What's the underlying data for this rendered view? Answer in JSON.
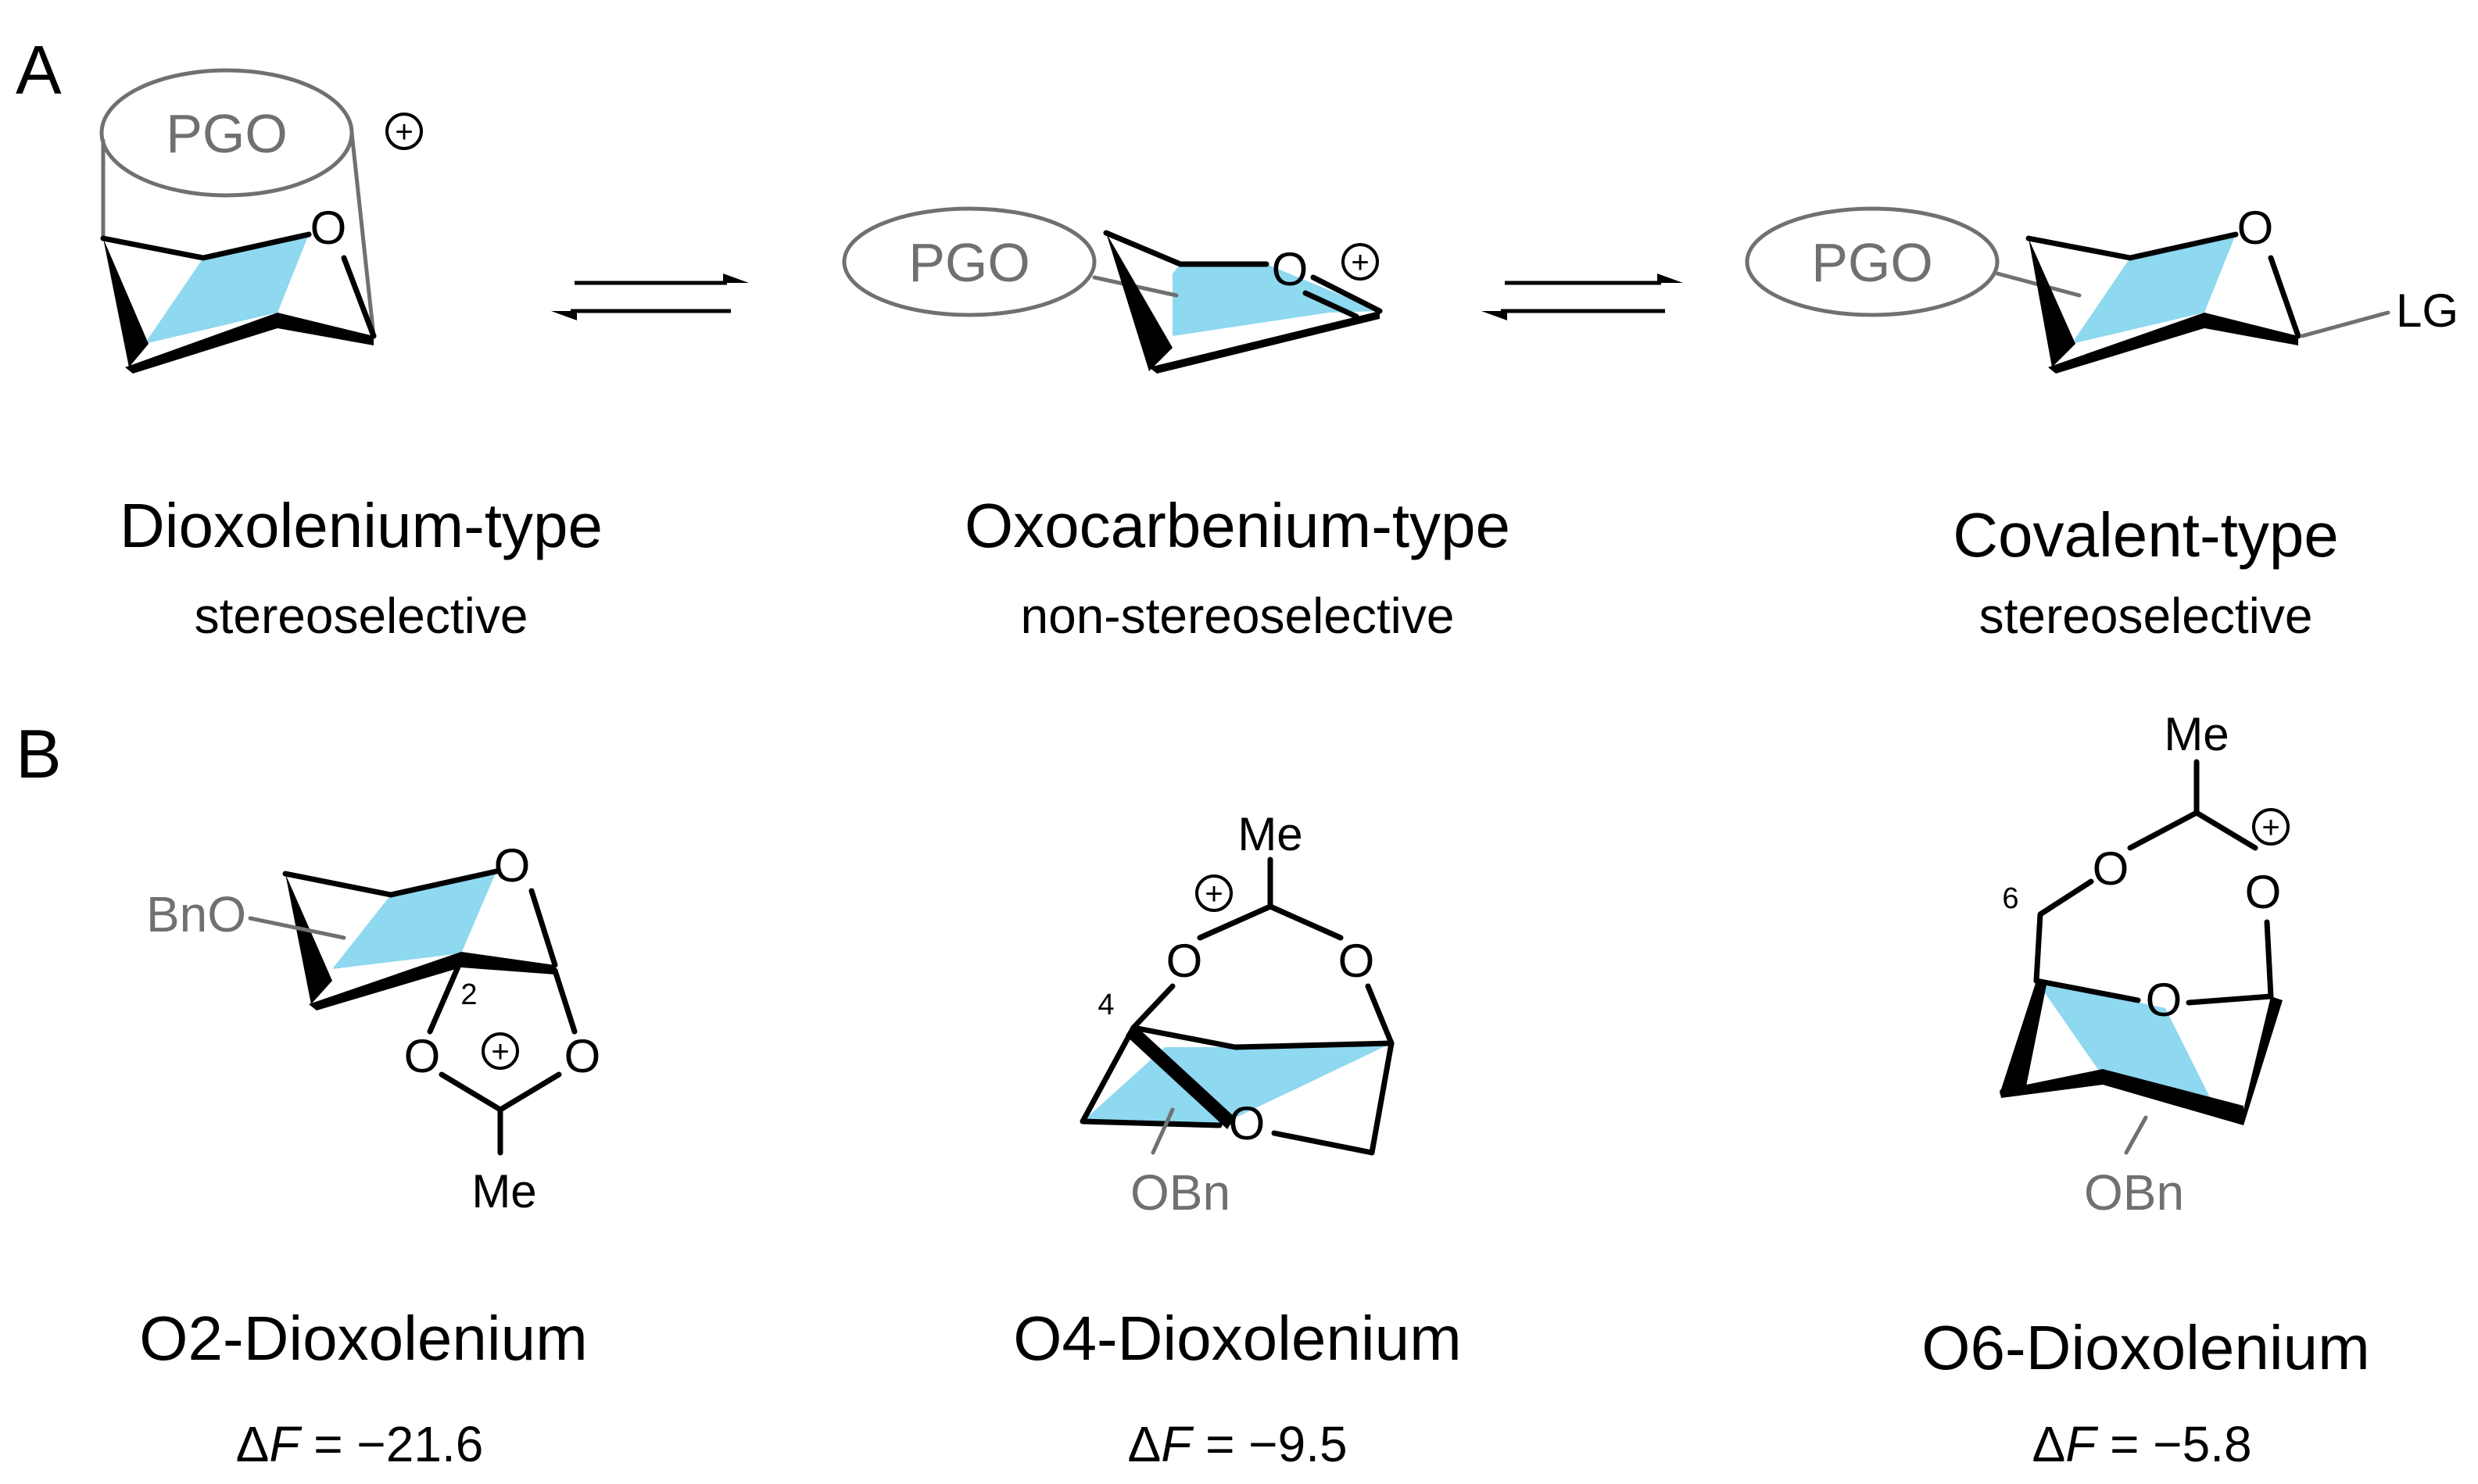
{
  "panel_a": {
    "label": "A",
    "pgo_label": "PGO",
    "charge": "+",
    "ring_oxygen": "O",
    "leaving_group": "LG",
    "species": [
      {
        "title": "Dioxolenium-type",
        "subtitle": "stereoselective"
      },
      {
        "title": "Oxocarbenium-type",
        "subtitle": "non-stereoselective"
      },
      {
        "title": "Covalent-type",
        "subtitle": "stereoselective"
      }
    ]
  },
  "panel_b": {
    "label": "B",
    "atoms": {
      "oxygen": "O",
      "methyl": "Me",
      "bno": "BnO",
      "obn": "OBn",
      "charge": "+"
    },
    "position_labels": [
      "2",
      "4",
      "6"
    ],
    "species": [
      {
        "title": "O2-Dioxolenium",
        "delta_symbol": "Δ",
        "delta_var": "F",
        "delta_rest": " = −21.6"
      },
      {
        "title": "O4-Dioxolenium",
        "delta_symbol": "Δ",
        "delta_var": "F",
        "delta_rest": " = −9.5"
      },
      {
        "title": "O6-Dioxolenium",
        "delta_symbol": "Δ",
        "delta_var": "F",
        "delta_rest": " = −5.8"
      }
    ]
  },
  "colors": {
    "ring_face": "#8ed8f0",
    "protecting_group": "#707070",
    "bond": "#000000"
  }
}
